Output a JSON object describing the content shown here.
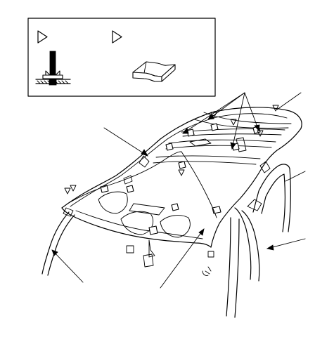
{
  "diagram": {
    "legend": {
      "items": [
        {
          "icon": "clip-fastener-icon",
          "marker": "triangle-marker-icon"
        },
        {
          "icon": "foam-pad-icon",
          "marker": "triangle-marker-icon"
        }
      ]
    },
    "callouts": [
      {
        "name": "headliner-callout"
      },
      {
        "name": "pad-callout"
      },
      {
        "name": "wire-harness-callout"
      },
      {
        "name": "pillar-trim-callout"
      },
      {
        "name": "rear-pillar-callout"
      },
      {
        "name": "front-pillar-callout"
      },
      {
        "name": "grab-handle-callout"
      }
    ]
  }
}
